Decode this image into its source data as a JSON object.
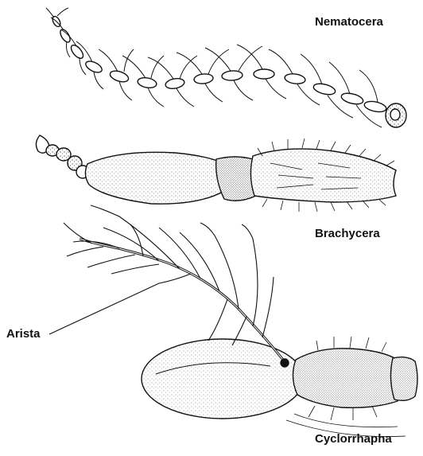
{
  "labels": {
    "nematocera": "Nematocera",
    "brachycera": "Brachycera",
    "arista": "Arista",
    "cyclorrhapha": "Cyclorrhapha"
  },
  "colors": {
    "ink": "#111111",
    "background": "#ffffff"
  },
  "figure": {
    "antennae": [
      "nematocera",
      "brachycera",
      "cyclorrhapha"
    ]
  }
}
